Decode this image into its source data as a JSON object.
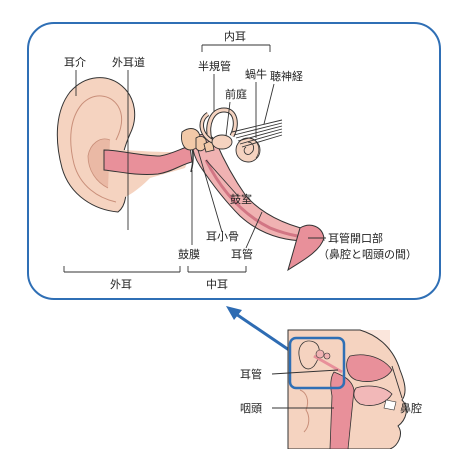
{
  "colors": {
    "frame_blue": "#2f6fb5",
    "arrow_blue": "#2e6cb3",
    "skin": "#f5d3c0",
    "skin_dark": "#e6ad95",
    "canal_pink": "#e8909a",
    "line": "#333333",
    "background": "#ffffff"
  },
  "labels": {
    "auricle": "耳介",
    "external_canal": "外耳道",
    "inner_ear": "内耳",
    "semicircular_canals": "半規管",
    "cochlea": "蝸牛",
    "vestibule": "前庭",
    "auditory_nerve": "聴神経",
    "tympanic_cavity": "鼓室",
    "ossicles": "耳小骨",
    "eardrum": "鼓膜",
    "eustachian_tube": "耳管",
    "tube_opening_line1": "耳管開口部",
    "tube_opening_line2": "（鼻腔と咽頭の間）",
    "outer_ear": "外耳",
    "middle_ear": "中耳",
    "inset_eustachian_tube": "耳管",
    "pharynx": "咽頭",
    "nasal_cavity": "鼻腔"
  }
}
